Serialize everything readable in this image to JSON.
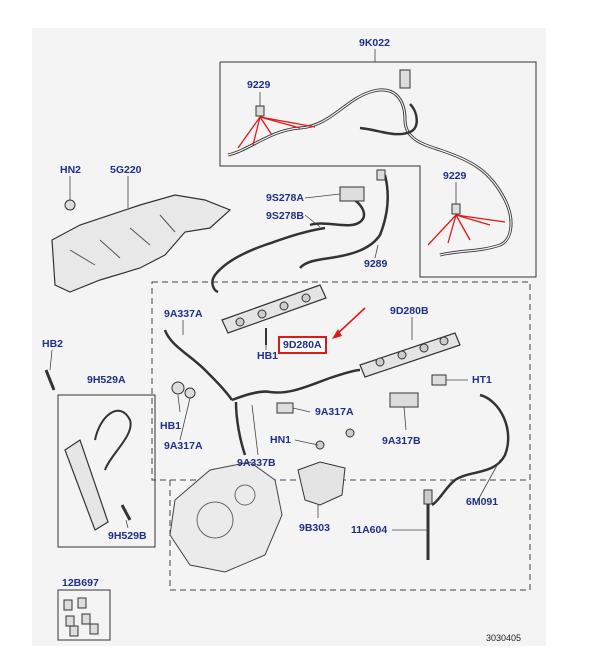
{
  "labels": {
    "9K022": "9K022",
    "9229_a": "9229",
    "9229_b": "9229",
    "HN2": "HN2",
    "5G220": "5G220",
    "9S278A": "9S278A",
    "9S278B": "9S278B",
    "9289": "9289",
    "9A337A": "9A337A",
    "9D280B": "9D280B",
    "9D280A": "9D280A",
    "HB1_a": "HB1",
    "HB2": "HB2",
    "HT1": "HT1",
    "9H529A": "9H529A",
    "HB1_b": "HB1",
    "9A317A_a": "9A317A",
    "9A317A_b": "9A317A",
    "9A317B": "9A317B",
    "HN1": "HN1",
    "9A337B": "9A337B",
    "6M091": "6M091",
    "9H529B": "9H529B",
    "9B303": "9B303",
    "11A604": "11A604",
    "12B697": "12B697"
  },
  "reference_number": "3030405",
  "highlight": {
    "label_key": "9D280A",
    "color": "#e01818"
  },
  "colors": {
    "label": "#1f2f8a",
    "outline": "#333333",
    "leader": "#444444",
    "callout_red": "#e01818",
    "background": "#f4f4f4"
  }
}
